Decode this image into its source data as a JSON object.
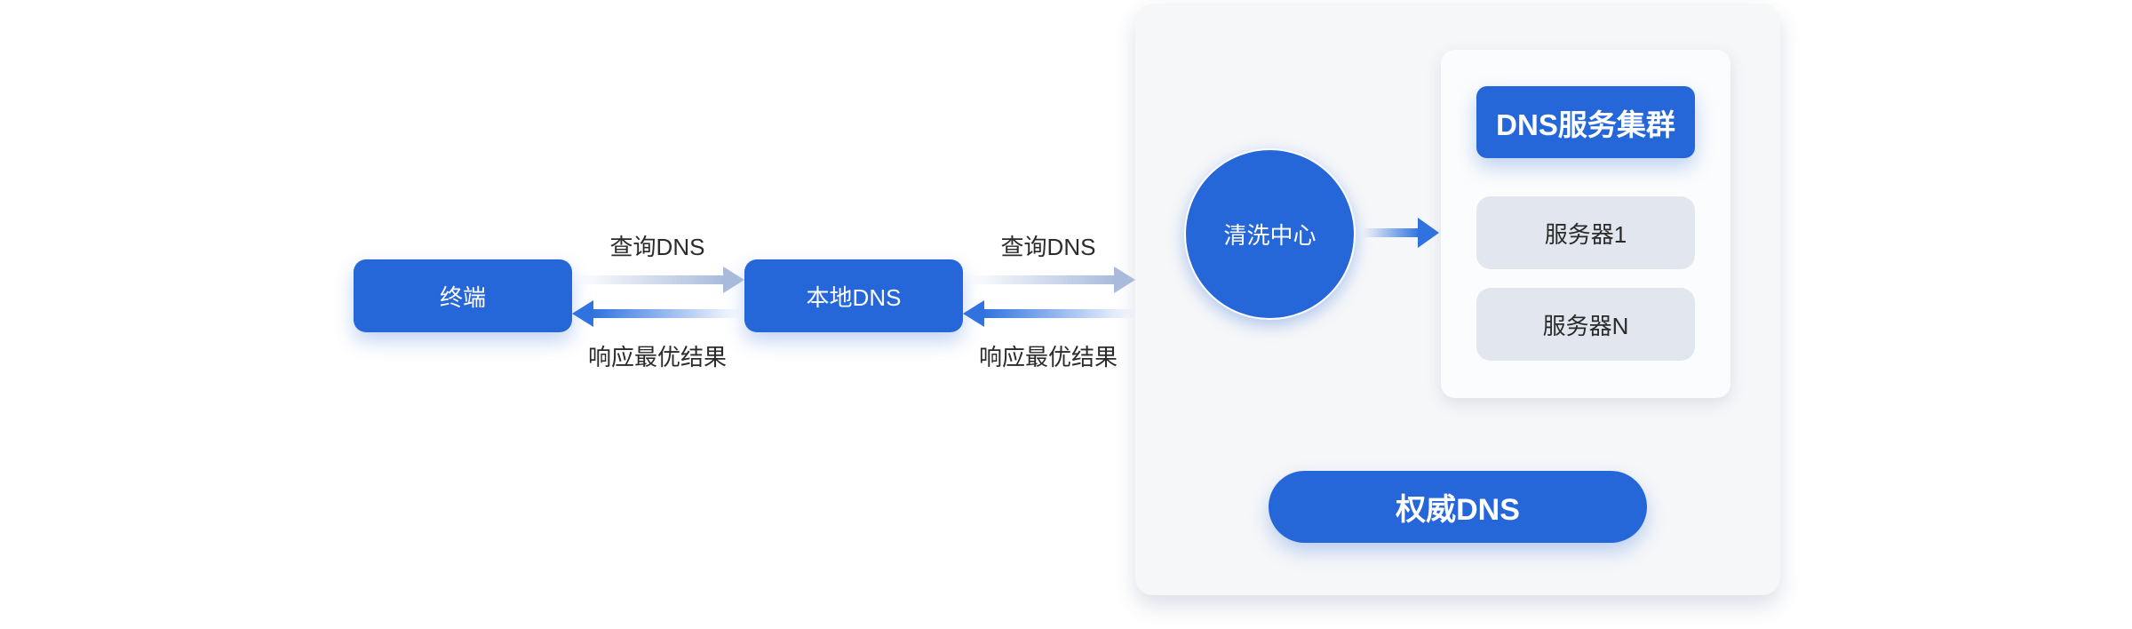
{
  "diagram": {
    "nodes": {
      "terminal": "终端",
      "local_dns": "本地DNS",
      "cleaning_center": "清洗中心",
      "cluster_title": "DNS服务集群",
      "server_1": "服务器1",
      "server_n": "服务器N",
      "authoritative_dns": "权威DNS"
    },
    "edges": {
      "query_1": "查询DNS",
      "response_1": "响应最优结果",
      "query_2": "查询DNS",
      "response_2": "响应最优结果"
    },
    "colors": {
      "primary": "#2566d9",
      "query_arrow": "#a9bbdc",
      "response_arrow": "#2f72e0",
      "panel": "#f6f7f9",
      "server_box": "#e1e6ef"
    }
  }
}
